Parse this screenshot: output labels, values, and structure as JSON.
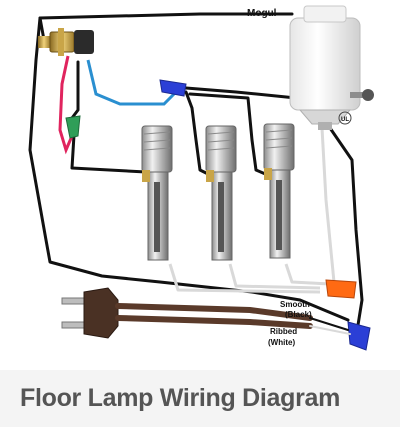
{
  "diagram": {
    "labels": {
      "mogul": "Mogul",
      "smooth": "Smooth",
      "smooth_color": "(Black)",
      "ribbed": "Ribbed",
      "ribbed_color": "(White)"
    },
    "caption": "Floor Lamp Wiring Diagram",
    "colors": {
      "black_wire": "#111111",
      "red_wire": "#e0245e",
      "blue_wire": "#2a8fd0",
      "white_wire": "#d9d9d9",
      "wire_nut_blue": "#2b3fd6",
      "wire_nut_green": "#2f9e58",
      "wire_nut_orange": "#ff6a13",
      "cord_brown": "#5a3a2a",
      "caption_text": "#555555"
    },
    "icons": [
      "rotary-switch-icon",
      "mogul-socket-icon",
      "candelabra-socket-icon",
      "wire-nut-icon",
      "ul-mark-icon",
      "plug-icon"
    ]
  }
}
